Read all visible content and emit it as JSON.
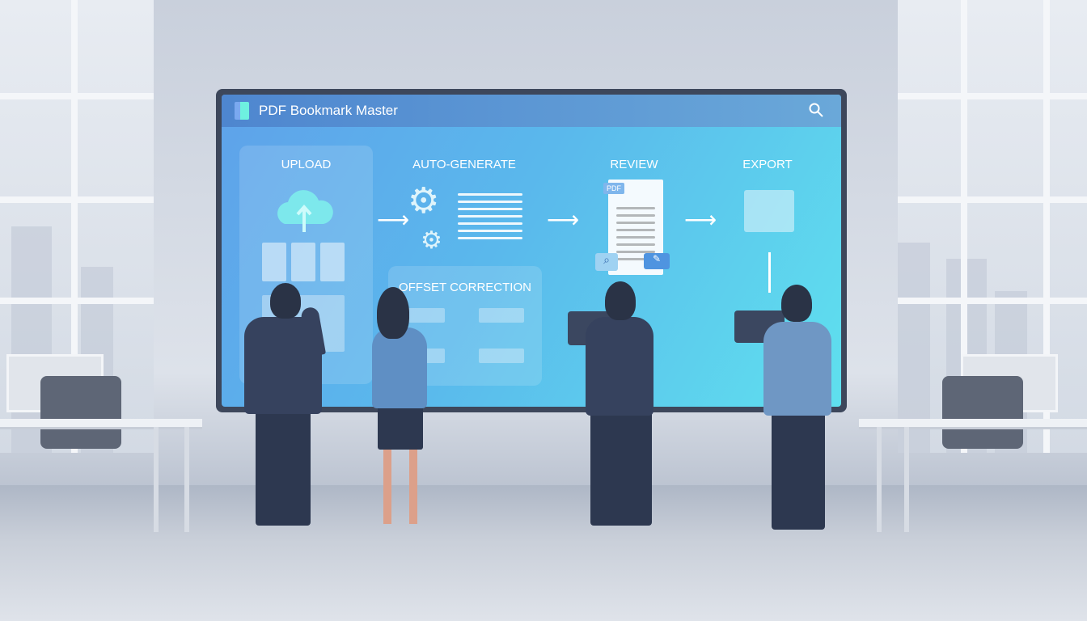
{
  "app": {
    "title": "PDF Bookmark Master",
    "search_icon": "search-icon"
  },
  "steps": [
    {
      "label": "UPLOAD"
    },
    {
      "label": "AUTO-GENERATE"
    },
    {
      "label": "REVIEW"
    },
    {
      "label": "EXPORT"
    },
    {
      "label": "OFFSET CORRECTION"
    }
  ],
  "review": {
    "doc_badge": "PDF"
  },
  "colors": {
    "frame": "#3d475b",
    "titlebar": "#4e86cf",
    "screen_start": "#5fa2ea",
    "screen_end": "#5fe0ee"
  }
}
